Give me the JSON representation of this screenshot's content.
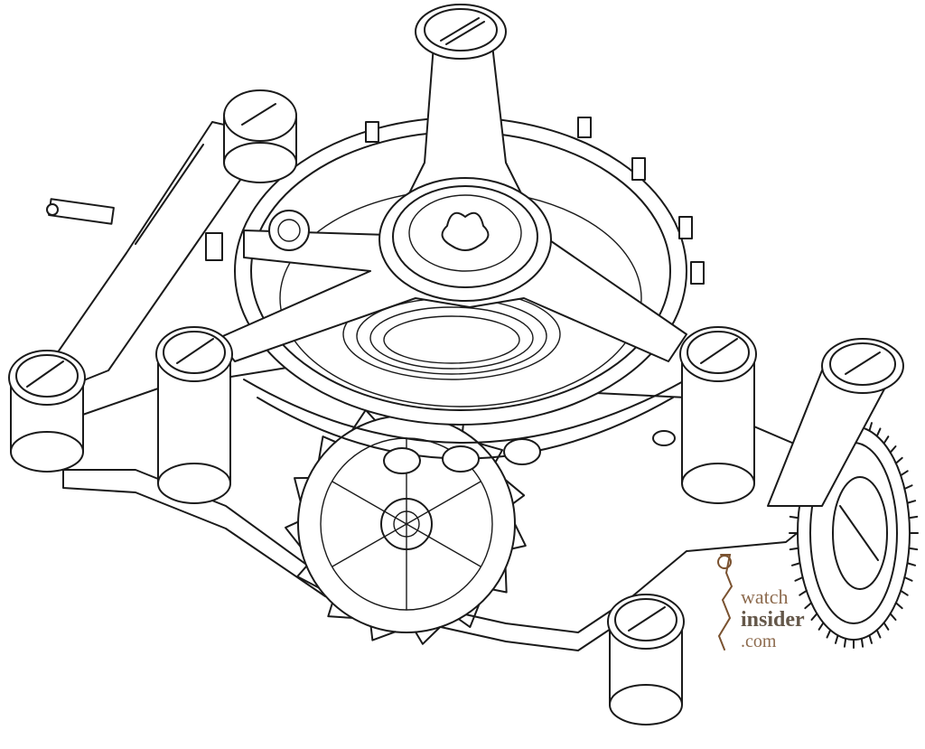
{
  "watermark": {
    "line1": "watch",
    "line2": "insider",
    "line3": ".com",
    "color": "#7a5230"
  },
  "drawing": {
    "subject": "tourbillon-mechanism",
    "ink_color": "#1a1a1a",
    "background": "#ffffff"
  }
}
